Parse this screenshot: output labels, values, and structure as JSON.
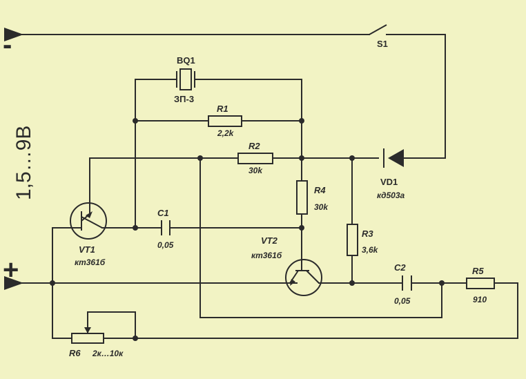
{
  "supply": {
    "minus": "-",
    "plus": "+",
    "voltage": "1,5…9В"
  },
  "switch": {
    "ref": "S1"
  },
  "crystal": {
    "ref": "BQ1",
    "value": "ЗП-3"
  },
  "r1": {
    "ref": "R1",
    "value": "2,2k"
  },
  "r2": {
    "ref": "R2",
    "value": "30k"
  },
  "r3": {
    "ref": "R3",
    "value": "3,6k"
  },
  "r4": {
    "ref": "R4",
    "value": "30k"
  },
  "r5": {
    "ref": "R5",
    "value": "910"
  },
  "r6": {
    "ref": "R6",
    "value": "2к…10к"
  },
  "c1": {
    "ref": "C1",
    "value": "0,05"
  },
  "c2": {
    "ref": "C2",
    "value": "0,05"
  },
  "vt1": {
    "ref": "VT1",
    "value": "кт361б"
  },
  "vt2": {
    "ref": "VT2",
    "value": "кт361б"
  },
  "vd1": {
    "ref": "VD1",
    "value": "кд503а"
  }
}
